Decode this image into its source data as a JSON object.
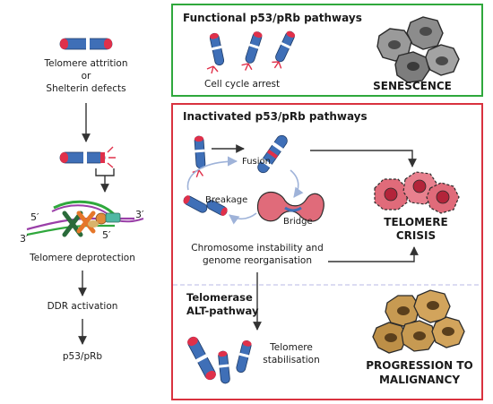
{
  "left_column": {
    "attrition_line1": "Telomere attrition",
    "attrition_or": "or",
    "attrition_line2": "Shelterin defects",
    "deprotection": "Telomere deprotection",
    "ddr": "DDR activation",
    "p53": "p53/pRb",
    "strand_5a": "5′",
    "strand_3a": "3′",
    "strand_5b": "5′",
    "strand_3b": "3′"
  },
  "functional_box": {
    "title": "Functional p53/pRb pathways",
    "arrest": "Cell cycle arrest",
    "senescence": "SENESCENCE",
    "border_color": "#2fa83c"
  },
  "inactivated_box": {
    "title": "Inactivated p53/pRb pathways",
    "fusion": "Fusion",
    "breakage": "Breakage",
    "bridge": "Bridge",
    "instability_line1": "Chromosome instability and",
    "instability_line2": "genome reorganisation",
    "crisis_line1": "TELOMERE",
    "crisis_line2": "CRISIS",
    "telomerase_line1": "Telomerase",
    "telomerase_line2": "ALT-pathway",
    "stabilisation_line1": "Telomere",
    "stabilisation_line2": "stabilisation",
    "progression_line1": "PROGRESSION TO",
    "progression_line2": "MALIGNANCY",
    "border_color": "#d9323f"
  },
  "colors": {
    "chromosome_blue": "#3f6fb7",
    "telomere_red": "#e0304a",
    "senescent_cell": "#8a8a8a",
    "crisis_cell": "#e06b7a",
    "malignant_cell": "#c79a52",
    "cycle_arrow": "#9fb3d9"
  }
}
